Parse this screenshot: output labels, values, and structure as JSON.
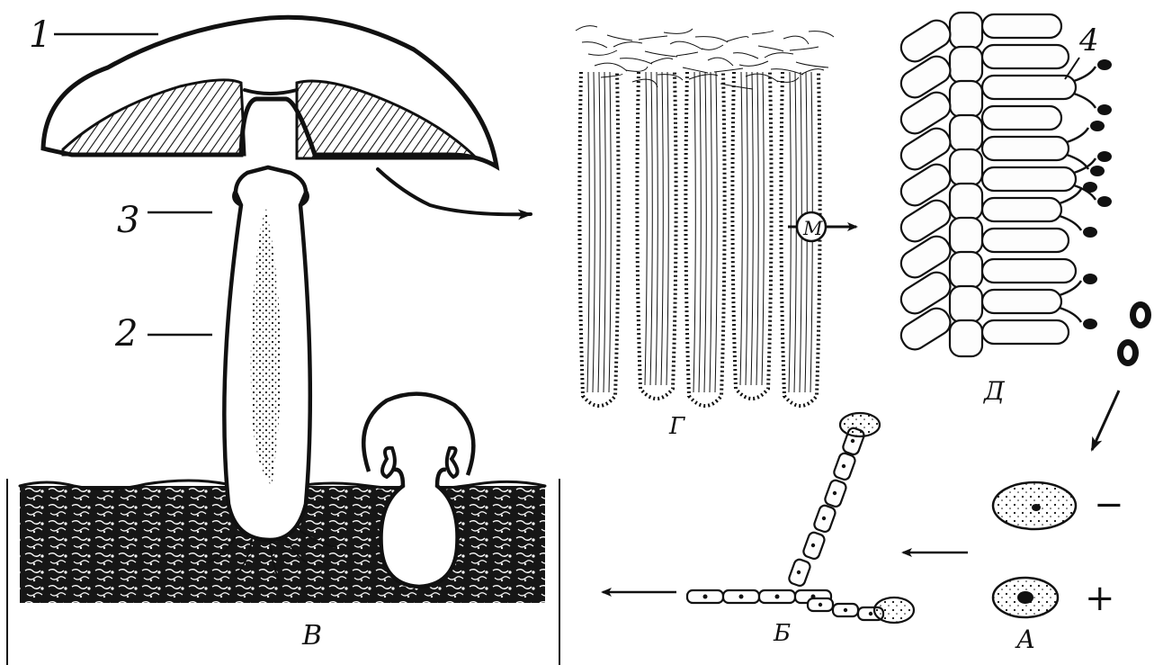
{
  "labels": {
    "cap_number": "1",
    "stipe_number": "2",
    "ring_number": "3",
    "basidium_number": "4",
    "mushroom_letter": "В",
    "gills_letter": "Г",
    "basidia_letter": "Д",
    "mycelium_letter": "Б",
    "spores_letter": "А",
    "meiosis_mark": "М",
    "minus_sign": "−",
    "plus_sign": "+"
  },
  "icons": {
    "arrow": "arrow-icon",
    "meiosis": "circle-m-icon"
  },
  "colors": {
    "ink": "#111111",
    "paper": "#ffffff"
  }
}
